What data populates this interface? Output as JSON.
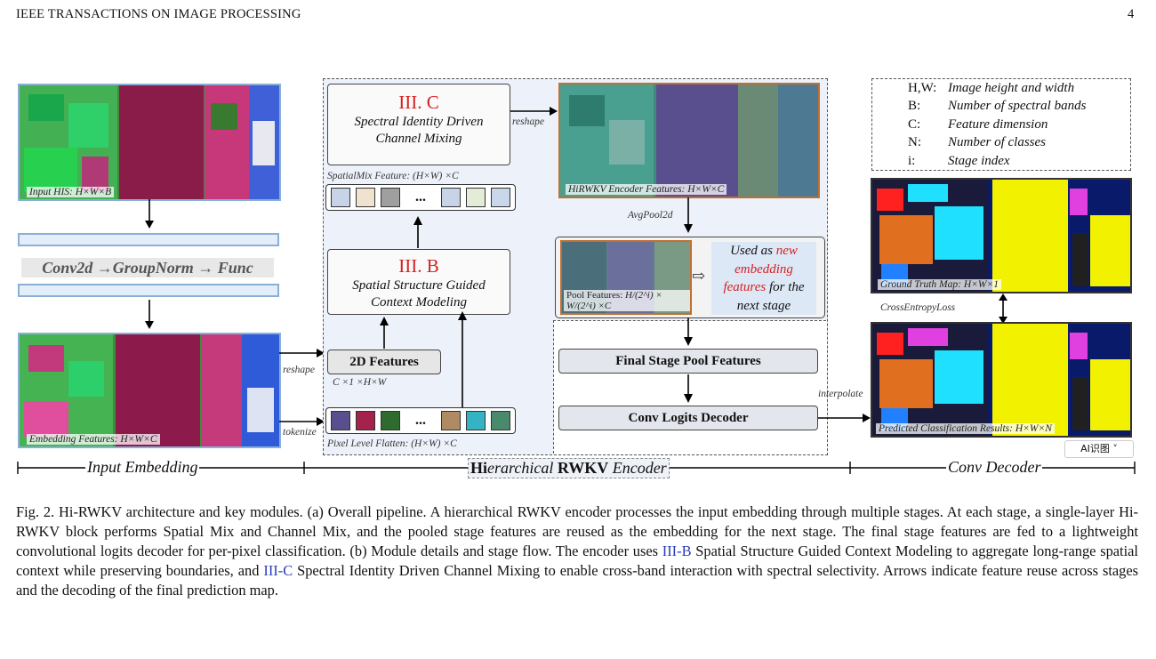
{
  "header": {
    "journal": "IEEE TRANSACTIONS ON IMAGE PROCESSING",
    "page": "4"
  },
  "input_embedding": {
    "input_caption": "Input HIS: H×W×B",
    "conv_label": "Conv2d →GroupNorm → Func",
    "embedding_caption": "Embedding Features: H×W×C",
    "reshape": "reshape",
    "tokenize": "tokenize"
  },
  "encoder": {
    "channel_title": "III. C",
    "channel_text": "Spectral Identity Driven Channel Mixing",
    "spatialmix_caption": "SpatialMix Feature: (H×W) ×C",
    "spatial_title": "III. B",
    "spatial_text": "Spatial Structure Guided Context Modeling",
    "features2d": "2D Features",
    "features2d_dims": "C ×1 ×H×W",
    "pixel_caption": "Pixel Level Flatten: (H×W) ×C",
    "reshape_top": "reshape",
    "encoder_caption": "HiRWKV Encoder Features: H×W×C",
    "avgpool": "AvgPool2d",
    "pool_caption": "Pool Features:",
    "pool_frac": "H/(2^i) × W/(2^i) ×C",
    "reuse_pre": "Used as ",
    "reuse_red": "new embedding",
    "reuse_mid": "features",
    "reuse_post": " for the next stage",
    "final_pool": "Final Stage Pool Features",
    "conv_logits": "Conv Logits Decoder",
    "interpolate": "interpolate",
    "ellipsis": "..."
  },
  "legend": [
    {
      "key": "H,W:",
      "val": "Image height and width"
    },
    {
      "key": "B:",
      "val": "Number of spectral bands"
    },
    {
      "key": "C:",
      "val": "Feature dimension"
    },
    {
      "key": "N:",
      "val": "Number of classes"
    },
    {
      "key": "i:",
      "val": "Stage index"
    }
  ],
  "decoder": {
    "gt_caption": "Ground Truth Map: H×W×1",
    "loss": "CrossEntropyLoss",
    "pred_caption": "Predicted Classification Results: H×W×N",
    "ai_badge": "AI识图"
  },
  "timeline": {
    "left": "Input Embedding",
    "mid_bold1": "Hi",
    "mid_ital": "erarchical ",
    "mid_bold2": "RWKV",
    "mid_tail": " Encoder",
    "right": "Conv Decoder"
  },
  "caption": {
    "p1": "Fig. 2.   Hi-RWKV architecture and key modules. (a) Overall pipeline. A hierarchical RWKV encoder processes the input embedding through multiple stages. At each stage, a single-layer Hi-RWKV block performs Spatial Mix and Channel Mix, and the pooled stage features are reused as the embedding for the next stage. The final stage features are fed to a lightweight convolutional logits decoder for per-pixel classification. (b) Module details and stage flow. The encoder uses ",
    "link1": "III-B",
    "p2": " Spatial Structure Guided Context Modeling to aggregate long-range spatial context while preserving boundaries, and ",
    "link2": "III-C",
    "p3": " Spectral Identity Driven Channel Mixing to enable cross-band interaction with spectral selectivity. Arrows indicate feature reuse across stages and the decoding of the final prediction map."
  },
  "token_colors_top": [
    "#c7d3e6",
    "#efe2cf",
    "#9f9f9f",
    "#c7d3e6",
    "#e3ecd6",
    "#c9d7ea"
  ],
  "token_colors_bottom": [
    "#5a4f8e",
    "#a3234c",
    "#2f6b2f",
    "#b08a62",
    "#33b3c4",
    "#4a8a6c"
  ]
}
